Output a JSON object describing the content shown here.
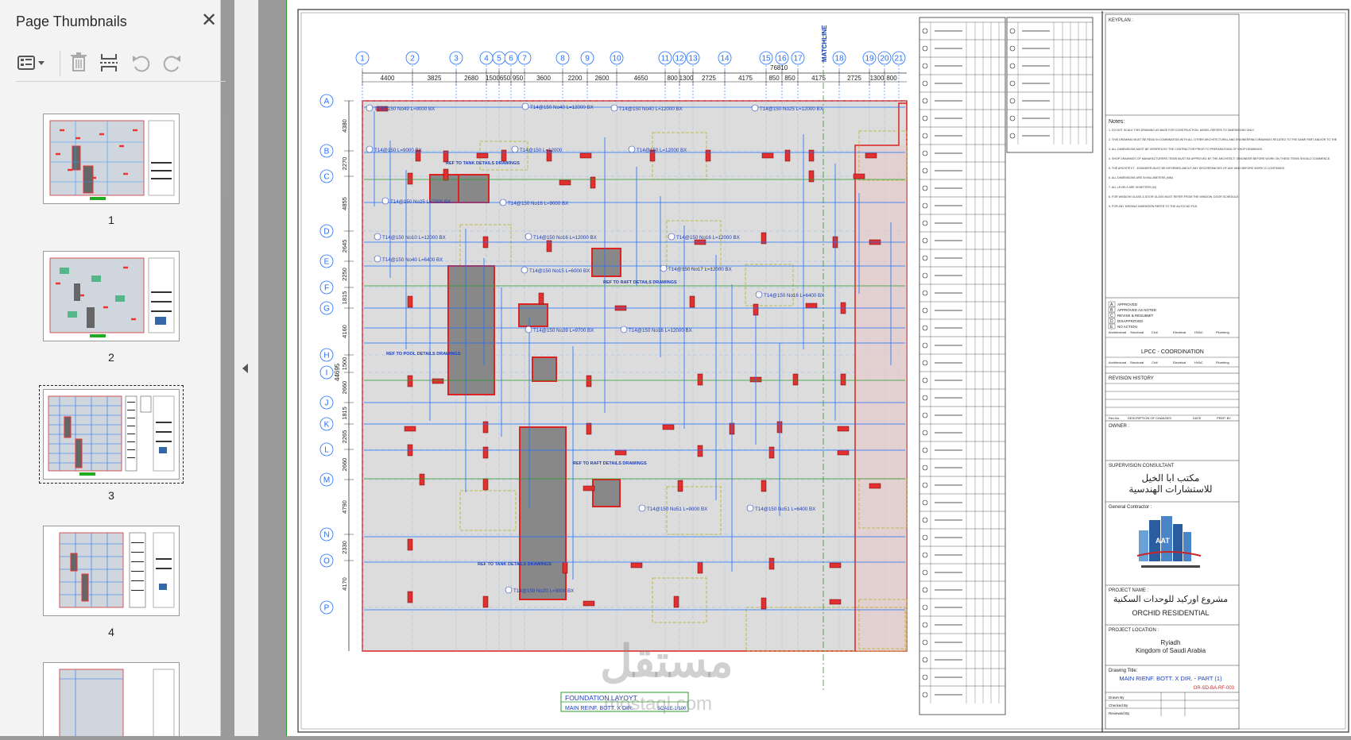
{
  "panel": {
    "title": "Page Thumbnails",
    "close_icon": "close-icon",
    "toolbar": [
      "thumbnail-options-icon",
      "delete-icon",
      "insert-page-icon",
      "rotate-ccw-icon",
      "rotate-cw-icon"
    ],
    "pages": [
      {
        "num": "1",
        "selected": false
      },
      {
        "num": "2",
        "selected": false
      },
      {
        "num": "3",
        "selected": true
      },
      {
        "num": "4",
        "selected": false
      }
    ]
  },
  "drawing": {
    "grid_numbers": [
      "1",
      "2",
      "3",
      "4",
      "5",
      "6",
      "7",
      "8",
      "9",
      "10",
      "11",
      "12",
      "13",
      "14",
      "15",
      "16",
      "17",
      "18",
      "19",
      "20",
      "21"
    ],
    "grid_letters": [
      "A",
      "B",
      "C",
      "D",
      "E",
      "F",
      "G",
      "H",
      "I",
      "J",
      "K",
      "L",
      "M",
      "N",
      "O",
      "P"
    ],
    "top_dims": [
      "4400",
      "3825",
      "2680",
      "1500",
      "650",
      "950",
      "3600",
      "2200",
      "2600",
      "4650",
      "800",
      "1300",
      "2725",
      "4175",
      "850",
      "850",
      "4175",
      "2725",
      "1300",
      "800"
    ],
    "left_dims": [
      "4380",
      "2270",
      "4855",
      "2645",
      "2250",
      "1815",
      "4160",
      "1500",
      "2660",
      "1815",
      "2265",
      "2660",
      "4790",
      "2330",
      "4170"
    ],
    "overall_dim": "76810",
    "matchline": "MATCHLINE",
    "total_left": "44695",
    "callouts": [
      "T14@150 No49 L=9000 BX",
      "T14@150 No40 L=12000 BX",
      "T14@150 No40 L=12000 BX",
      "T14@150 No25 L=12000 BX",
      "T14@150 L=9000 BX",
      "T14@150 L=12000",
      "T14@150 L=12000 BX",
      "T14@150 No25 L=7000 BX",
      "T14@150 No10 L=12000 BX",
      "T14@150 No40 L=6400 BX",
      "T14@150 No16 L=12000 BX",
      "T14@150 No15 L=6000 BX",
      "T14@150 No16 L=12000 BX",
      "T14@150 No39 L=9700 BX",
      "T14@150 No16 L=9000 BX",
      "T14@150 No17 L=12000 BX",
      "T14@150 No16 L=6400 BX",
      "T14@150 No16 L=12000 BX",
      "T14@150 No51 L=9000 BX",
      "T14@150 No51 L=6400 BX",
      "T14@150 No20 L=9000 BX"
    ],
    "ref_tank": "REF TO TANK DETAILS DRAWINGS",
    "ref_pool": "REF TO POOL DETAILS DRAWINGS",
    "ref_raft": "REF TO RAFT DETAILS DRAWINGS",
    "layout_title": "FOUNDATION LAYOYT",
    "layout_sub": "MAIN REINF. BOTT. X DIR.",
    "scale": "SCALE 1/100"
  },
  "titleblock": {
    "keyplan": "KEYPLAN :",
    "notes_title": "Notes:",
    "notes": [
      "1. DO NOT SCALE THIS DRAWING AS BASE FOR CONSTRUCTION. MODEL REFERS TO DIMENSIONS ONLY.",
      "2. THIS DRAWING MUST BE READ IN COMBINATION WITH ALL OTHER ARCHITECTURAL AND ENGINEERING DRAWINGS RELATED TO THE SAME PART AND/OR TO THE",
      "3. ALL DIMENSIONS MUST BE VERIFIED BY THE CONTRACTOR PRIOR TO PREPARATIONS OF SHOP DRAWINGS.",
      "4. SHOP DRAWINGS OF MANUFACTURERS ITEMS MUST BE APPROVED BY THE ARCHITECT / ENGINEER BEFORE WORK ON THESE ITEMS SHOULD COMMENCE.",
      "5. THE ARCHITECT - ENGINEER MUST BE INFORMED ABOUT ANY DISCREPANCIES OF ANY KIND BEFORE WORK IS CONTINUED.",
      "6. ALL DIMENSIONS ARE IN MILLIMETERS (MM)",
      "7. ALL LEVELS ARE IN METERS (M)",
      "8. FOR WINDOW GLASS & DOOR GLASS MUST REFER FROM THE WINDOW, DOOR SCHEDULE.",
      "9. FOR ANY MISSING DIMENSION REFER TO THE AUTOCAD FILE."
    ],
    "approval": [
      {
        "code": "A",
        "label": "APPROVED"
      },
      {
        "code": "B",
        "label": "APPROVED AS NOTED"
      },
      {
        "code": "C",
        "label": "REVISE & RESUBMIT"
      },
      {
        "code": "D",
        "label": "DISAPPROVED"
      },
      {
        "code": "E",
        "label": "NO ACTION"
      }
    ],
    "disciplines": [
      "Architectural",
      "Structural",
      "Civil",
      "Electrical",
      "HVAC",
      "Plumbing"
    ],
    "coordination": "LPCC - COORDINATION",
    "revision_history": "REVISION HISTORY",
    "rev_cols": [
      "Rev.No.",
      "DESCRIPTION OF CHANGES",
      "DATE",
      "PREP. BY"
    ],
    "owner": "OWNER :",
    "supervision": "SUPERVISION CONSULTANT",
    "consultant_ar_1": "مكتب ابا الخيل",
    "consultant_ar_2": "للاستشارات الهندسية",
    "general_contractor": "General Contractor :",
    "project_name_label": "PROJECT NAME :",
    "project_ar": "مشروع اوركيد للوحدات السكنية",
    "project_en": "ORCHID RESIDENTIAL",
    "location_label": "PROJECT LOCATION :",
    "location_1": "Ryiadh",
    "location_2": "Kingdom of Saudi Arabia",
    "drawing_title_label": "Drawing Title:",
    "drawing_title": "MAIN RIENF. BOTT. X DIR. - PART (1)",
    "drawing_no": "OR-SD-BA-RF-003",
    "meta": [
      {
        "k": "Drawn By",
        "v": ""
      },
      {
        "k": "Checked By",
        "v": ""
      },
      {
        "k": "Reviewed By",
        "v": ""
      }
    ]
  },
  "watermark": {
    "text": "مستقل",
    "sub": "mostaql.com"
  },
  "colors": {
    "accent": "#1e6fff",
    "concrete": "#d6d6d6",
    "red": "#e02020",
    "green": "#2a9a2a"
  }
}
